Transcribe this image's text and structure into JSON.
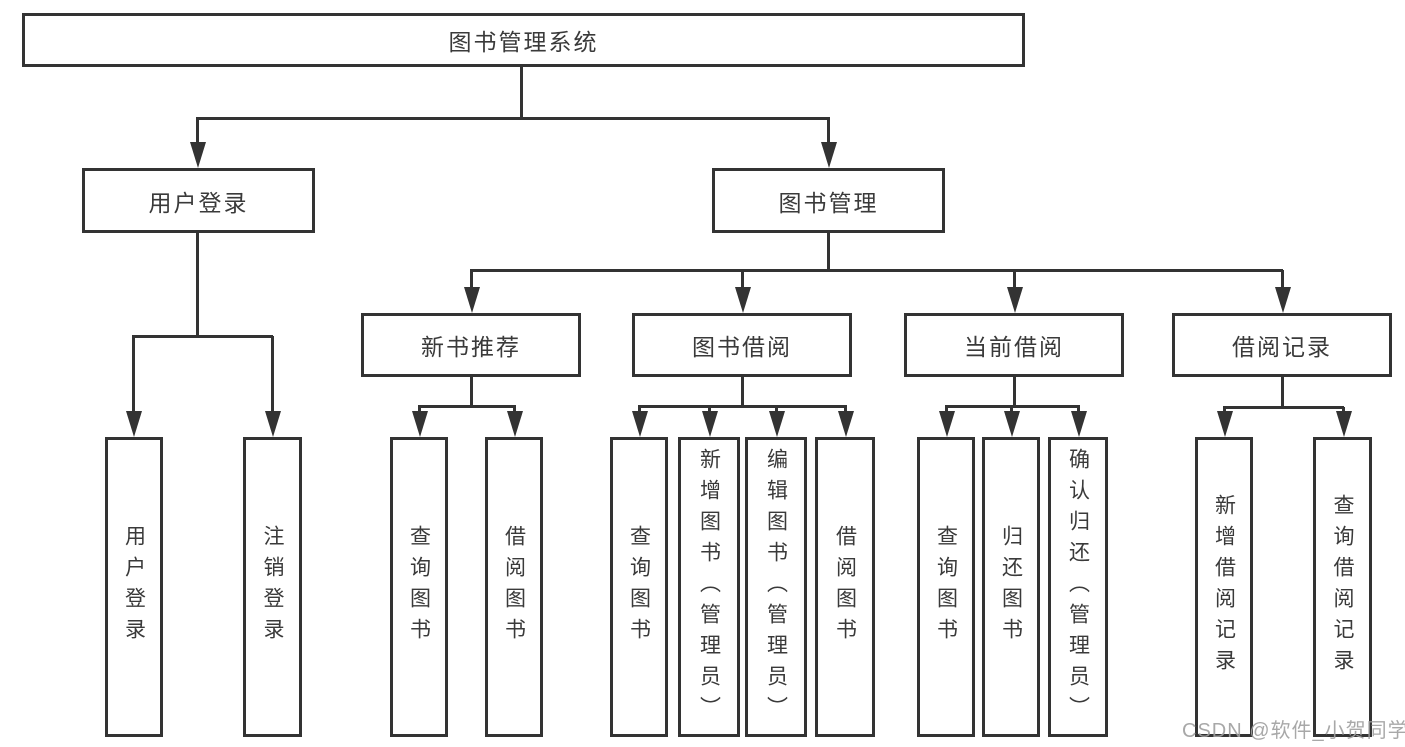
{
  "page": {
    "background_color": "#ffffff",
    "line_color": "#333333",
    "text_color": "#3a3a3a",
    "watermark_color": "#9e9e9e"
  },
  "watermark": {
    "text": "CSDN @软件_小贺同学"
  },
  "diagram": {
    "type": "tree",
    "nodes": {
      "root": "图书管理系统",
      "user_login": "用户登录",
      "book_mgmt": "图书管理",
      "new_book_rec": "新书推荐",
      "book_borrow": "图书借阅",
      "current_borrow": "当前借阅",
      "borrow_records": "借阅记录",
      "leaf_user_login": "用户登录",
      "leaf_logout": "注销登录",
      "leaf_rec_search_book": "查询图书",
      "leaf_rec_borrow_book": "借阅图书",
      "leaf_bb_search_book": "查询图书",
      "leaf_bb_add_book": "新增图书（管理员）",
      "leaf_bb_edit_book": "编辑图书（管理员）",
      "leaf_bb_borrow_book": "借阅图书",
      "leaf_cb_search_book": "查询图书",
      "leaf_cb_return_book": "归还图书",
      "leaf_cb_confirm_return": "确认归还（管理员）",
      "leaf_br_add_record": "新增借阅记录",
      "leaf_br_search_record": "查询借阅记录"
    },
    "edges": [
      [
        "图书管理系统",
        "用户登录"
      ],
      [
        "图书管理系统",
        "图书管理"
      ],
      [
        "用户登录",
        "用户登录(叶)"
      ],
      [
        "用户登录",
        "注销登录"
      ],
      [
        "图书管理",
        "新书推荐"
      ],
      [
        "图书管理",
        "图书借阅"
      ],
      [
        "图书管理",
        "当前借阅"
      ],
      [
        "图书管理",
        "借阅记录"
      ],
      [
        "新书推荐",
        "查询图书"
      ],
      [
        "新书推荐",
        "借阅图书"
      ],
      [
        "图书借阅",
        "查询图书"
      ],
      [
        "图书借阅",
        "新增图书（管理员）"
      ],
      [
        "图书借阅",
        "编辑图书（管理员）"
      ],
      [
        "图书借阅",
        "借阅图书"
      ],
      [
        "当前借阅",
        "查询图书"
      ],
      [
        "当前借阅",
        "归还图书"
      ],
      [
        "当前借阅",
        "确认归还（管理员）"
      ],
      [
        "借阅记录",
        "新增借阅记录"
      ],
      [
        "借阅记录",
        "查询借阅记录"
      ]
    ]
  }
}
